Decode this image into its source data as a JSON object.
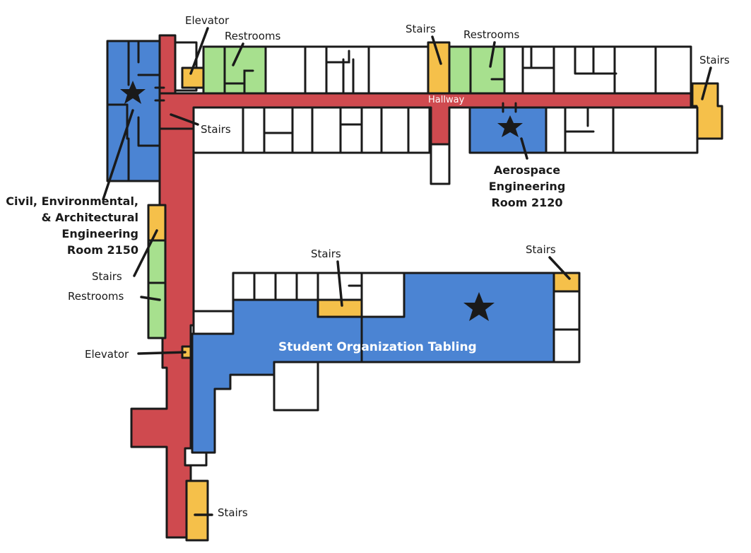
{
  "map": {
    "colors": {
      "hallway": "#cf4a4f",
      "destination": "#4b84d3",
      "stairs_elevator": "#f5c04a",
      "restrooms": "#a7e08e"
    },
    "labels": {
      "elevator_top": "Elevator",
      "restrooms_top_left": "Restrooms",
      "stairs_top_mid": "Stairs",
      "restrooms_top_mid": "Restrooms",
      "stairs_top_right": "Stairs",
      "hallway": "Hallway",
      "stairs_near_corner": "Stairs",
      "aerospace_line1": "Aerospace",
      "aerospace_line2": "Engineering",
      "aerospace_line3": "Room 2120",
      "civil_line1": "Civil, Environmental,",
      "civil_line2": "& Architectural",
      "civil_line3": "Engineering",
      "civil_line4": "Room 2150",
      "stairs_left_mid": "Stairs",
      "restrooms_left_mid": "Restrooms",
      "stairs_center": "Stairs",
      "stairs_right": "Stairs",
      "student_org": "Student Organization Tabling",
      "elevator_left": "Elevator",
      "stairs_bottom": "Stairs"
    }
  }
}
